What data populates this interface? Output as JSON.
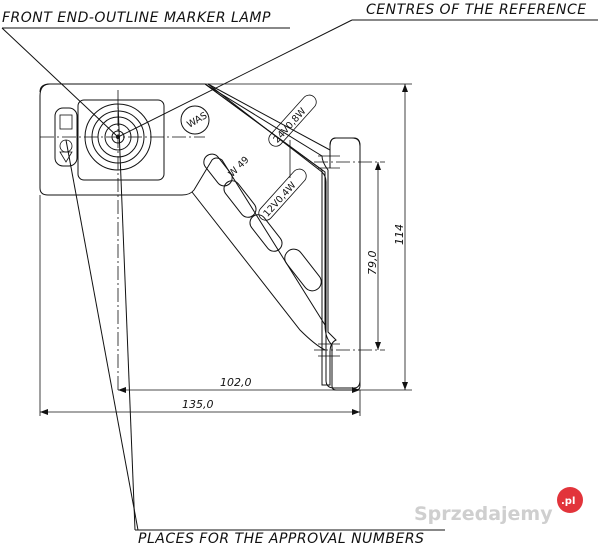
{
  "labels": {
    "front_lamp": "FRONT END-OUTLINE MARKER LAMP",
    "centres": "CENTRES OF THE REFERENCE",
    "places": "PLACES FOR THE APPROVAL NUMBERS"
  },
  "dimensions": {
    "d102": "102,0",
    "d135": "135,0",
    "d79": "79,0",
    "d114": "114"
  },
  "markings": {
    "w49": "W 49",
    "v24": "24V0,8W",
    "v12": "12V0,4W"
  },
  "watermark": {
    "text": "Sprzedajemy",
    "badge": ".pl",
    "badge_color": "#e2343b"
  }
}
